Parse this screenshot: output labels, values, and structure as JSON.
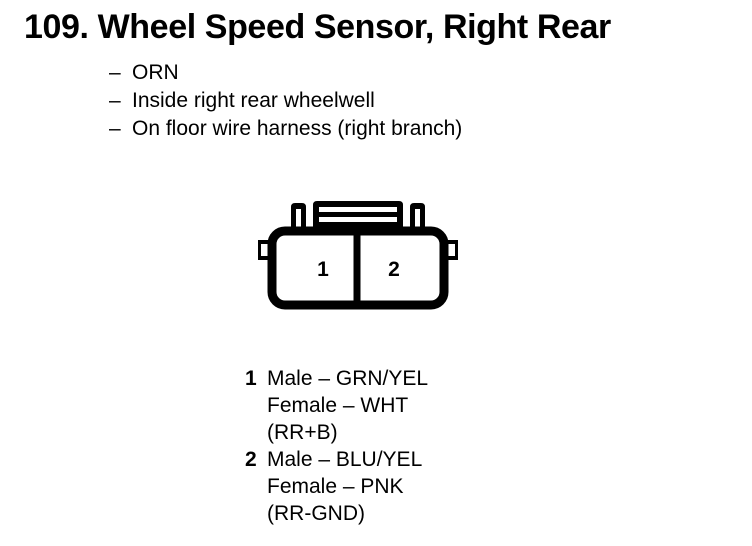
{
  "page": {
    "item_number": "109.",
    "title": "109. Wheel Speed Sensor, Right Rear",
    "background_color": "#ffffff",
    "ink_color": "#000000"
  },
  "attributes": {
    "dash": "–",
    "items": [
      {
        "text": "ORN"
      },
      {
        "text": "Inside right rear wheelwell"
      },
      {
        "text": "On floor wire harness (right branch)"
      }
    ]
  },
  "connector": {
    "type": "2-pin connector face view",
    "pin_count": 2,
    "pins": [
      {
        "number": "1"
      },
      {
        "number": "2"
      }
    ]
  },
  "pin_legend": {
    "entries": [
      {
        "number": "1",
        "lines": [
          "Male – GRN/YEL",
          "Female – WHT",
          "(RR+B)"
        ]
      },
      {
        "number": "2",
        "lines": [
          "Male – BLU/YEL",
          "Female – PNK",
          "(RR-GND)"
        ]
      }
    ]
  }
}
